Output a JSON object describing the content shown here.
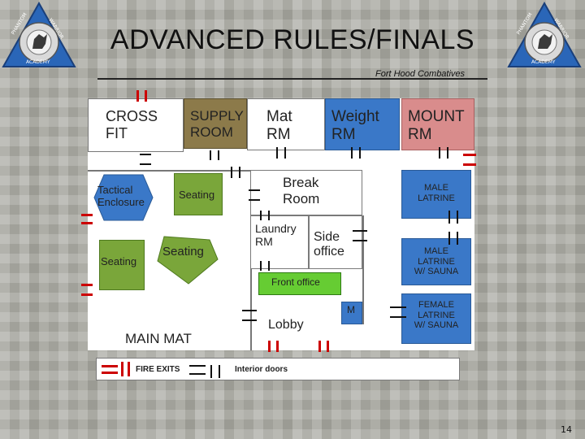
{
  "slide": {
    "title": "ADVANCED RULES/FINALS",
    "subtitle": "Fort Hood Combatives",
    "page_number": "14"
  },
  "logo": {
    "top_text": "PHANTOM WARRIOR",
    "bottom_text": "ACADEMY",
    "colors": {
      "triangle": "#2a66b8",
      "ring": "#d9d9d9"
    }
  },
  "floorplan": {
    "rooms": {
      "cross_fit": "CROSS\nFIT",
      "supply_room": "SUPPLY\nROOM",
      "mat_rm": "Mat\nRM",
      "weight_rm": "Weight\nRM",
      "mount_rm": "MOUNT\nRM",
      "tactical_enclosure": "Tactical\nEnclosure",
      "seating_1": "Seating",
      "break_room": "Break\nRoom",
      "male_latrine": "MALE\nLATRINE",
      "seating_2": "Seating",
      "seating_3": "Seating",
      "laundry_rm": "Laundry\nRM",
      "side_office": "Side\noffice",
      "male_latrine_sauna": "MALE\nLATRINE\nW/ SAUNA",
      "front_office": "Front office",
      "m_room": "M",
      "lobby": "Lobby",
      "female_latrine_sauna": "FEMALE\nLATRINE\nW/ SAUNA",
      "main_mat": "MAIN MAT"
    },
    "colors": {
      "supply": "#8c7a4a",
      "weight": "#3a78c8",
      "mount": "#d98c8c",
      "green": "#7aa63a",
      "front_office": "#66cc33",
      "blue": "#3a78c8",
      "fire_exit": "#cc0000",
      "interior_door": "#111111"
    }
  },
  "legend": {
    "fire_exits": "FIRE EXITS",
    "interior_doors": "Interior doors"
  }
}
